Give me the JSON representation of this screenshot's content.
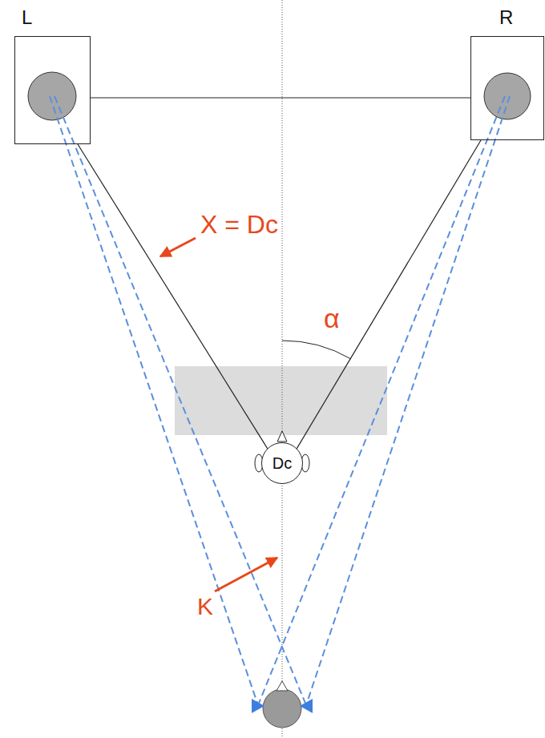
{
  "diagram": {
    "nodes": [
      {
        "text": [
          "L"
        ]
      },
      {
        "text": [
          "R"
        ]
      },
      {
        "text": [
          "Dc"
        ]
      }
    ],
    "edges": [
      {
        "from": 0,
        "to": 1,
        "arrow": "none"
      },
      {
        "from": 0,
        "to": 2,
        "arrow": "none"
      },
      {
        "from": 1,
        "to": 2,
        "arrow": "none"
      }
    ],
    "labels": [
      "X = Dc",
      "α",
      "K"
    ]
  }
}
